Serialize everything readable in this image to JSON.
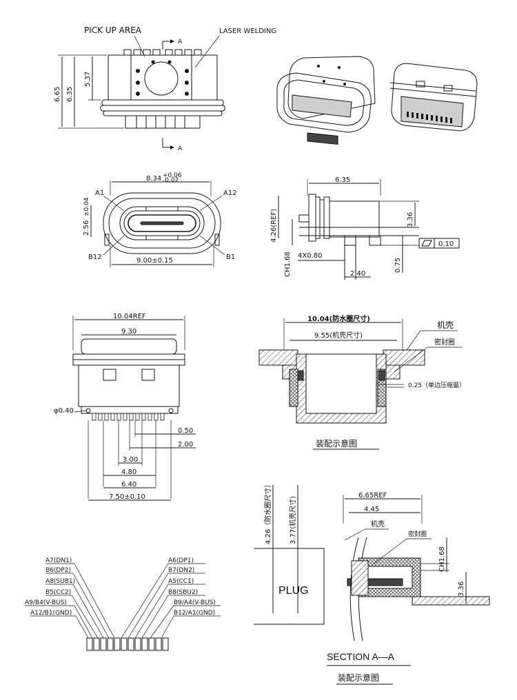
{
  "view1": {
    "pick_up_area": "PICK UP AREA",
    "laser_welding": "LASER WELDING",
    "section_mark": "A",
    "dim_665": "6.65",
    "dim_635": "6.35",
    "dim_537": "5.37"
  },
  "view3": {
    "width": "8.34",
    "tol_plus": "+0.06",
    "tol_minus": "-0.02",
    "height": "2.56",
    "height_tol": "±0.04",
    "a1": "A1",
    "a12": "A12",
    "b12": "B12",
    "b1": "B1",
    "bottom_width": "9.00±0.15"
  },
  "view4": {
    "dim_635": "6.35",
    "dim_426": "4.26(REF)",
    "dim_336": "3.36",
    "ch168": "CH1.68",
    "pitch": "4X0.80",
    "dim_075": "0.75",
    "dim_240": "2.40",
    "flatness": "0.10"
  },
  "view5": {
    "dim_1004": "10.04REF",
    "dim_930": "9.30",
    "hole": "φ0.40",
    "dim_050": "0.50",
    "dim_200": "2.00",
    "dim_300": "3.00",
    "dim_480": "4.80",
    "dim_640": "6.40",
    "dim_750": "7.50±0.10"
  },
  "view6": {
    "dim_1004": "10.04(防水圈尺寸)",
    "dim_955": "9.55(机壳尺寸)",
    "housing": "机壳",
    "seal": "密封圈",
    "compress": "0.25（单边压缩量）",
    "caption": "装配示意图"
  },
  "pinout": {
    "left": [
      "A7(DN1)",
      "B6(DP2)",
      "A8(SUB1)",
      "B5(CC2)",
      "A9/B4(V-BUS)",
      "A12/B1(GND)"
    ],
    "right": [
      "A6(DP1)",
      "B7(DN2)",
      "A5(CC1)",
      "B8(SBU2)",
      "B9/A4(V-BUS)",
      "B12/A1(GND)"
    ]
  },
  "section": {
    "dim_665": "6.65REF",
    "dim_445": "4.45",
    "dim_426": "4.26（防水圈尺寸）",
    "dim_377": "3.77(机壳尺寸)",
    "housing": "机壳",
    "seal": "密封圈",
    "ch168": "CH1.68",
    "dim_336": "3.36",
    "plug": "PLUG",
    "title": "SECTION  A—A",
    "caption": "装配示意图"
  }
}
